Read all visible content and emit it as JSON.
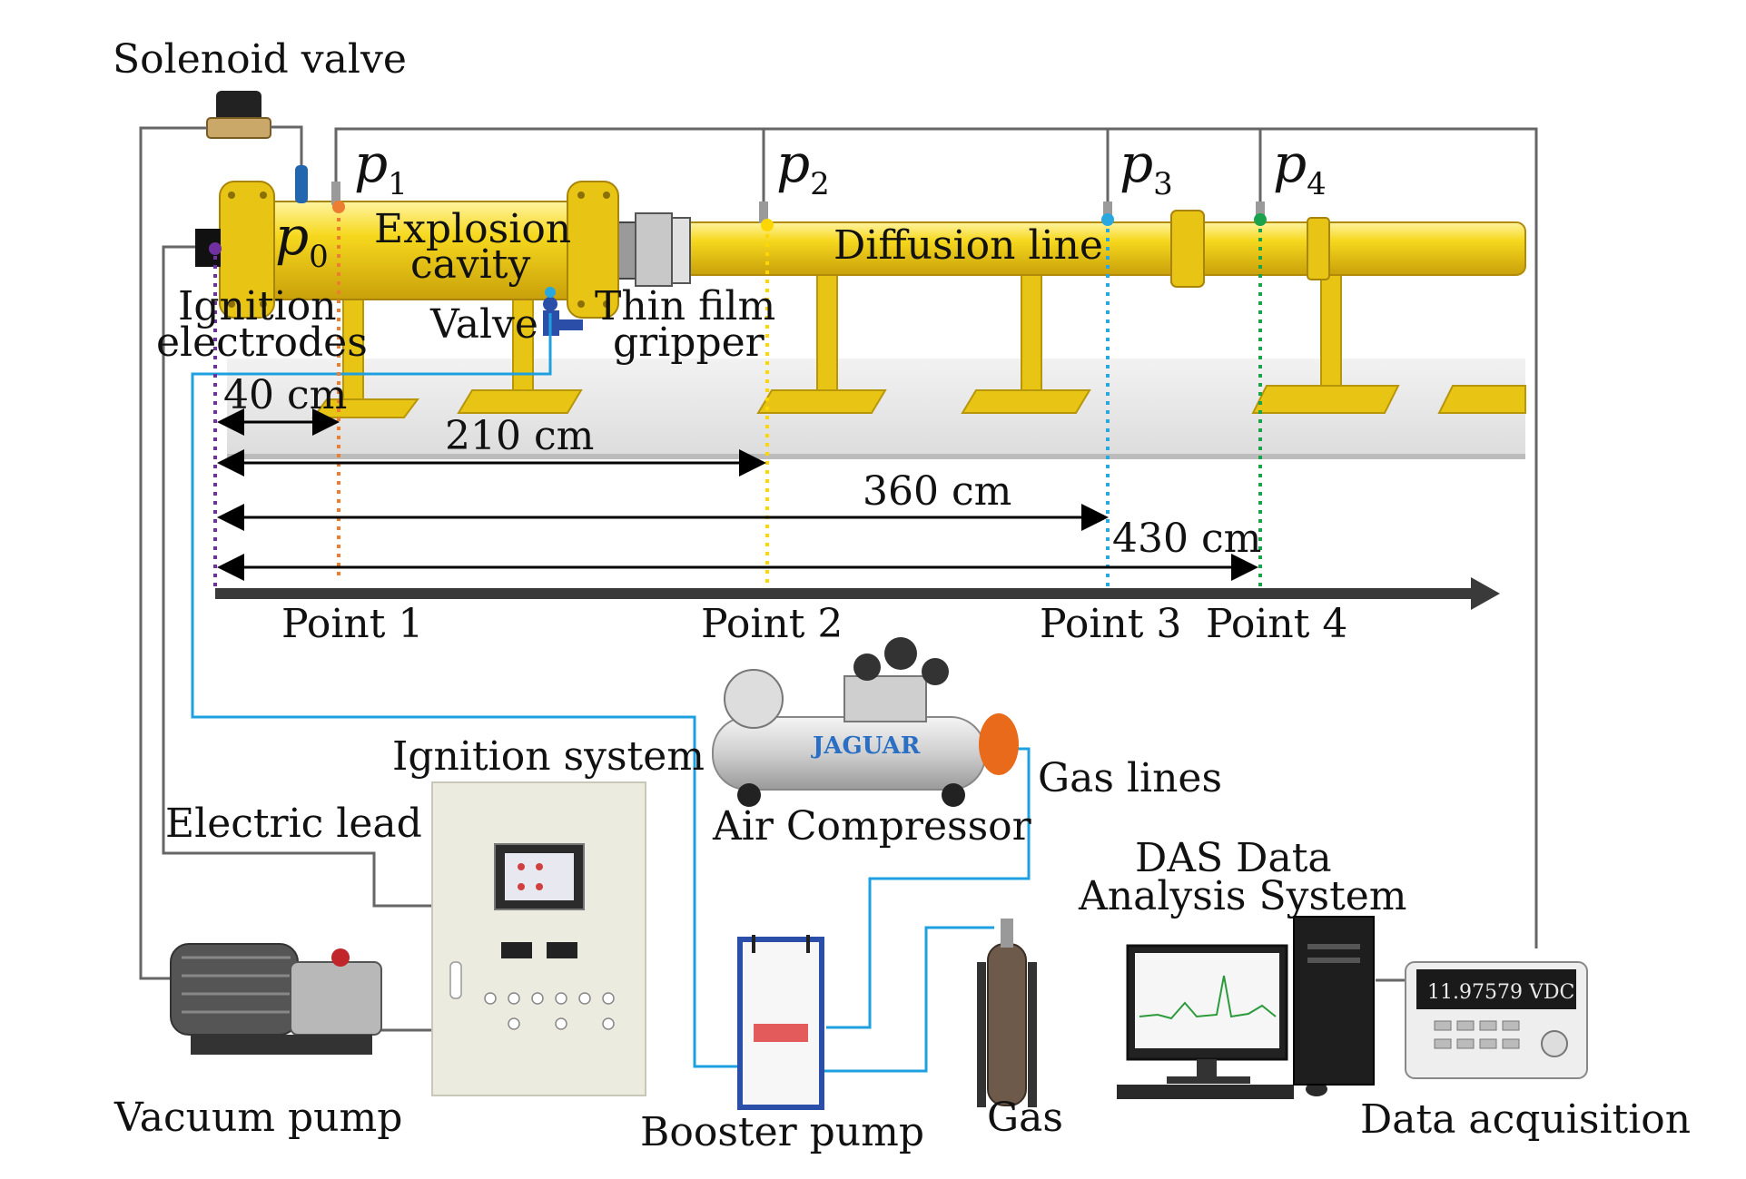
{
  "labels": {
    "solenoid_valve": "Solenoid valve",
    "explosion_cavity_line1": "Explosion",
    "explosion_cavity_line2": "cavity",
    "diffusion_line": "Diffusion line",
    "ignition_electrodes_line1": "Ignition",
    "ignition_electrodes_line2": "electrodes",
    "valve": "Valve",
    "thin_film_gripper_line1": "Thin film",
    "thin_film_gripper_line2": "gripper",
    "ignition_system": "Ignition system",
    "electric_lead": "Electric lead",
    "air_compressor": "Air Compressor",
    "gas_lines": "Gas lines",
    "das_line1": "DAS Data",
    "das_line2": "Analysis System",
    "vacuum_pump": "Vacuum pump",
    "booster_pump": "Booster pump",
    "gas": "Gas",
    "data_acquisition": "Data acquisition"
  },
  "sensors": [
    {
      "symbol": "p",
      "sub": "0",
      "color": "#7030a0"
    },
    {
      "symbol": "p",
      "sub": "1",
      "color": "#ed7d31"
    },
    {
      "symbol": "p",
      "sub": "2",
      "color": "#ffd700"
    },
    {
      "symbol": "p",
      "sub": "3",
      "color": "#29a8e0"
    },
    {
      "symbol": "p",
      "sub": "4",
      "color": "#1aa34a"
    }
  ],
  "points": [
    "Point 1",
    "Point 2",
    "Point 3",
    "Point 4"
  ],
  "distances": [
    "40 cm",
    "210 cm",
    "360 cm",
    "430 cm"
  ],
  "compressor_brand": "JAGUAR",
  "daq_display": "11.97579 VDC",
  "colors": {
    "pipe": "#f4d21c",
    "pipe_dark": "#c9a80a",
    "gas_line": "#1ea0e0",
    "electric_line": "#666666",
    "axis": "#3a3a3a"
  }
}
